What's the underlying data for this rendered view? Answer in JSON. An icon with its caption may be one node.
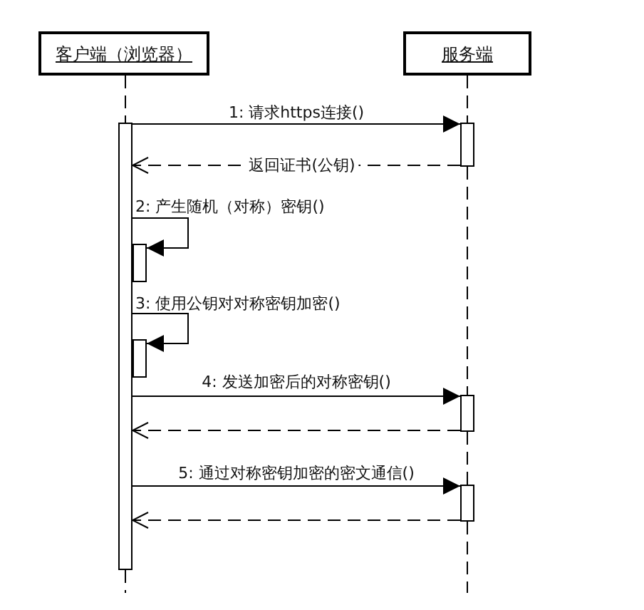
{
  "diagram": {
    "nodes": [
      {
        "text": [
          "客户端（浏览器）"
        ]
      },
      {
        "text": [
          "服务端"
        ]
      },
      {
        "text": [],
        "shape": "bar"
      },
      {
        "text": [],
        "shape": "bar"
      },
      {
        "text": [],
        "shape": "bar"
      },
      {
        "text": [],
        "shape": "bar"
      },
      {
        "text": [],
        "shape": "bar"
      },
      {
        "text": [],
        "shape": "bar"
      }
    ],
    "edges": [
      {
        "from": 2,
        "to": 3,
        "arrow": "to",
        "label": "1: 请求https连接()"
      },
      {
        "from": 3,
        "to": 2,
        "arrow": "to",
        "style": "dashed",
        "label": "返回证书(公钥)"
      },
      {
        "from": 2,
        "to": 4,
        "arrow": "to",
        "label": "2: 产生随机（对称）密钥()"
      },
      {
        "from": 2,
        "to": 5,
        "arrow": "to",
        "label": "3: 使用公钥对对称密钥加密()"
      },
      {
        "from": 2,
        "to": 6,
        "arrow": "to",
        "label": "4: 发送加密后的对称密钥()"
      },
      {
        "from": 6,
        "to": 2,
        "arrow": "to",
        "style": "dashed"
      },
      {
        "from": 2,
        "to": 7,
        "arrow": "to",
        "label": "5: 通过对称密钥加密的密文通信()"
      },
      {
        "from": 7,
        "to": 2,
        "arrow": "to",
        "style": "dashed"
      },
      {
        "from": 0,
        "to": 2,
        "arrow": "none",
        "style": "dashed"
      },
      {
        "from": 2,
        "to": null,
        "arrow": "none",
        "style": "dashed"
      },
      {
        "from": 1,
        "to": 3,
        "arrow": "none",
        "style": "dashed"
      },
      {
        "from": 3,
        "to": 6,
        "arrow": "none",
        "style": "dashed"
      },
      {
        "from": 6,
        "to": 7,
        "arrow": "none",
        "style": "dashed"
      },
      {
        "from": 7,
        "to": null,
        "arrow": "none",
        "style": "dashed"
      }
    ]
  }
}
